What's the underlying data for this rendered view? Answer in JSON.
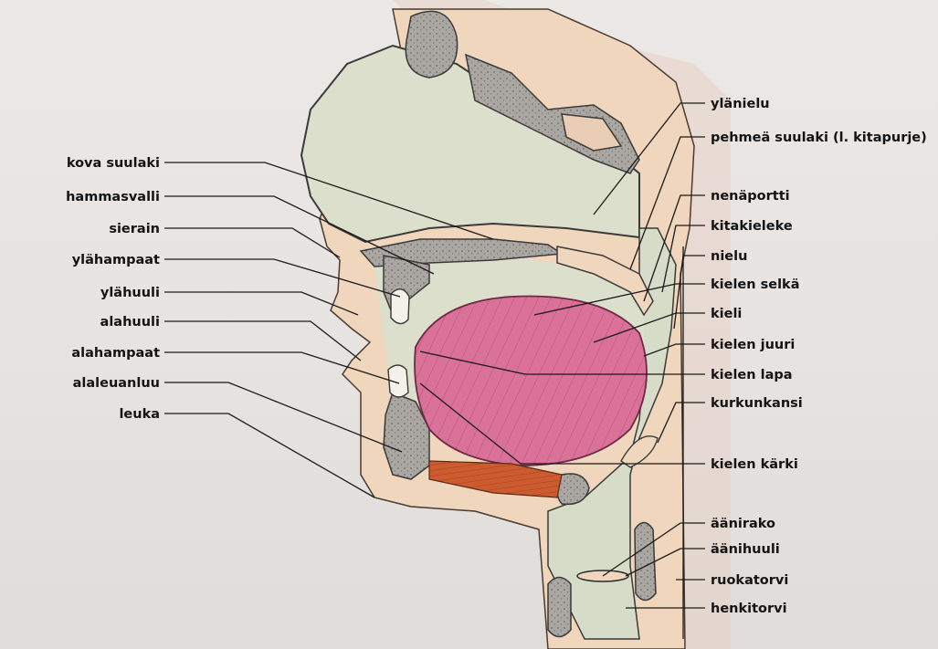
{
  "labels_left": [
    {
      "id": "kova-suulaki",
      "text": "kova suulaki"
    },
    {
      "id": "hammasvalli",
      "text": "hammasvalli"
    },
    {
      "id": "sierain",
      "text": "sierain"
    },
    {
      "id": "ylahampaat",
      "text": "ylähampaat"
    },
    {
      "id": "ylahuuli",
      "text": "ylähuuli"
    },
    {
      "id": "alahuuli",
      "text": "alahuuli"
    },
    {
      "id": "alahampaat",
      "text": "alahampaat"
    },
    {
      "id": "alaleuanluu",
      "text": "alaleuanluu"
    },
    {
      "id": "leuka",
      "text": "leuka"
    }
  ],
  "labels_right": [
    {
      "id": "ylanielu",
      "text": "ylänielu"
    },
    {
      "id": "pehmea-suulaki",
      "text": "pehmeä suulaki (l. kitapurje)"
    },
    {
      "id": "nenaportti",
      "text": "nenäportti"
    },
    {
      "id": "kitakieleke",
      "text": "kitakieleke"
    },
    {
      "id": "nielu",
      "text": "nielu"
    },
    {
      "id": "kielen-selka",
      "text": "kielen selkä"
    },
    {
      "id": "kieli",
      "text": "kieli"
    },
    {
      "id": "kielen-juuri",
      "text": "kielen juuri"
    },
    {
      "id": "kielen-lapa",
      "text": "kielen lapa"
    },
    {
      "id": "kurkunkansi",
      "text": "kurkunkansi"
    },
    {
      "id": "kielen-karki",
      "text": "kielen kärki"
    },
    {
      "id": "aanirako",
      "text": "äänirako"
    },
    {
      "id": "aanihuuli",
      "text": "äänihuuli"
    },
    {
      "id": "ruokatorvi",
      "text": "ruokatorvi"
    },
    {
      "id": "henkitorvi",
      "text": "henkitorvi"
    }
  ],
  "colors": {
    "skin": "#efd6bd",
    "bone": "#a9a6a1",
    "tongue": "#d9749a",
    "muscle": "#c9582f",
    "airway": "#d8dcc9",
    "teeth": "#f4f1ea",
    "outline": "#2a2a2a"
  }
}
